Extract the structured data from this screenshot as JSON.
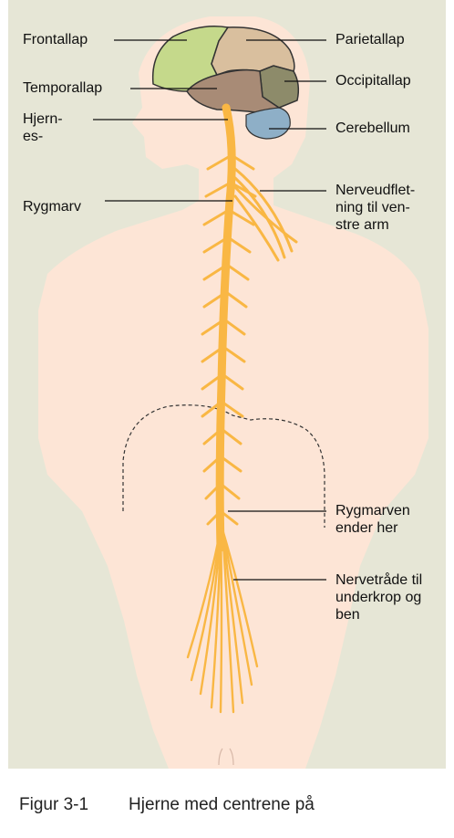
{
  "labels": {
    "frontallap": "Frontallap",
    "parietallap": "Parietallap",
    "temporallap": "Temporallap",
    "occipitallap": "Occipitallap",
    "hjernestamme": "Hjern-\nes-",
    "cerebellum": "Cerebellum",
    "rygmarv": "Rygmarv",
    "nerveudfletning": "Nerveudflet-\nning til ven-\nstre arm",
    "rygmarven_ender": "Rygmarven\nender her",
    "nervetraade": "Nervetråde til\nunderkrop og\nben"
  },
  "caption": {
    "number": "Figur 3-1",
    "text": "Hjerne med centrene på"
  },
  "colors": {
    "panel": "#e6e6d6",
    "skin": "#fde5d6",
    "frontal": "#c5d98b",
    "parietal": "#d9bf9e",
    "temporal": "#a88b76",
    "occipital": "#8d8b6a",
    "cerebellum": "#8eafc7",
    "nerve": "#f9b744"
  }
}
